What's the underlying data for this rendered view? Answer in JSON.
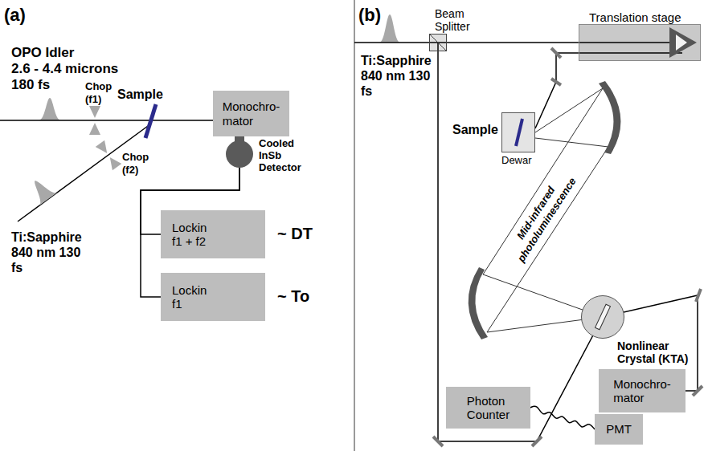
{
  "diagram": {
    "nodes": [
      {
        "text": [
          "Monochro- mator"
        ]
      },
      {
        "text": [
          "Cooled InSb Detector"
        ]
      },
      {
        "text": [
          "Lockin f1 + f2"
        ]
      },
      {
        "text": [
          "Lockin f1"
        ]
      },
      {
        "text": [
          "Beam Splitter"
        ]
      },
      {
        "text": [
          "Translation stage"
        ]
      },
      {
        "text": [
          "Sample",
          "Dewar"
        ]
      },
      {
        "text": [
          "Nonlinear Crystal (KTA)"
        ]
      },
      {
        "text": [
          "Monochro- mator"
        ]
      },
      {
        "text": [
          "PMT"
        ]
      },
      {
        "text": [
          "Photon Counter"
        ]
      }
    ],
    "edges": [
      {
        "from": 1,
        "to": 2,
        "arrow": "none"
      },
      {
        "from": 1,
        "to": 3,
        "arrow": "none"
      },
      {
        "from": 4,
        "to": 5,
        "arrow": "none"
      },
      {
        "from": 10,
        "to": 9,
        "arrow": "none"
      }
    ],
    "labels": [
      "(a)",
      "OPO Idler",
      "2.6 - 4.4 microns 180 fs",
      "Chop (f1)",
      "Chop (f2)",
      "Sample",
      "Ti:Sapphire 840 nm 130 fs",
      "~ DT",
      "~ To",
      "(b)",
      "Ti:Sapphire 840 nm 130 fs",
      "Mid-infrared photoluminescence"
    ]
  }
}
